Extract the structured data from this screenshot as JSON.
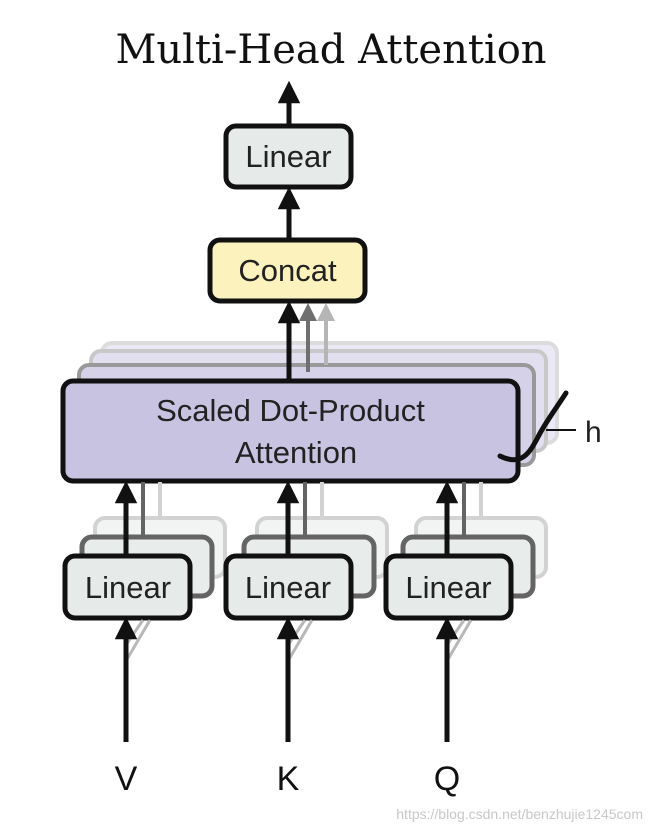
{
  "title": "Multi-Head Attention",
  "blocks": {
    "linear_top": "Linear",
    "concat": "Concat",
    "attention_line1": "Scaled Dot-Product",
    "attention_line2": "Attention",
    "linear_v": "Linear",
    "linear_k": "Linear",
    "linear_q": "Linear"
  },
  "inputs": {
    "v": "V",
    "k": "K",
    "q": "Q"
  },
  "heads_label": "h",
  "watermark": "https://blog.csdn.net/benzhujie1245com",
  "colors": {
    "linear_fill": "#e6ebea",
    "concat_fill": "#fbf2bd",
    "attention_fill": "#c7c3e1",
    "stroke": "#111111"
  }
}
